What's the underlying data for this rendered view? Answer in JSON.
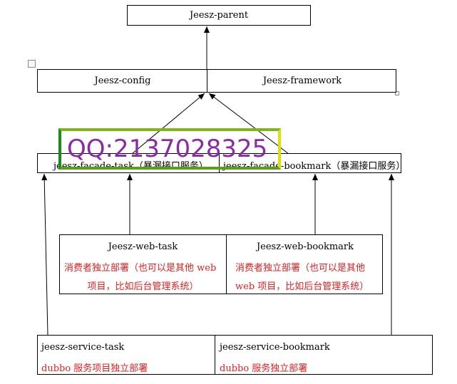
{
  "nodes": {
    "parent": "Jeesz-parent",
    "config": "Jeesz-config",
    "framework": "Jeesz-framework",
    "facade_task": "jeesz-facade-task（暴漏接口服务）",
    "facade_bookmark": "jeesz-facade-bookmark（暴漏接口服务）",
    "web_task": {
      "title": "Jeesz-web-task",
      "desc1": "消费者独立部署（也可以是其他 web",
      "desc2": "项目，比如后台管理系统）"
    },
    "web_bookmark": {
      "title": "Jeesz-web-bookmark",
      "desc1": "消费者独立部署（也可以是其他",
      "desc2": "web 项目，比如后台管理系统）"
    },
    "service_task": {
      "title": "jeesz-service-task",
      "desc": "dubbo 服务项目独立部署"
    },
    "service_bookmark": {
      "title": "jeesz-service-bookmark",
      "desc": "dubbo 服务独立部署"
    }
  },
  "watermark": "QQ:2137028325",
  "colors": {
    "annotation": "#e02020",
    "watermark_text": "#8a2aa6"
  }
}
